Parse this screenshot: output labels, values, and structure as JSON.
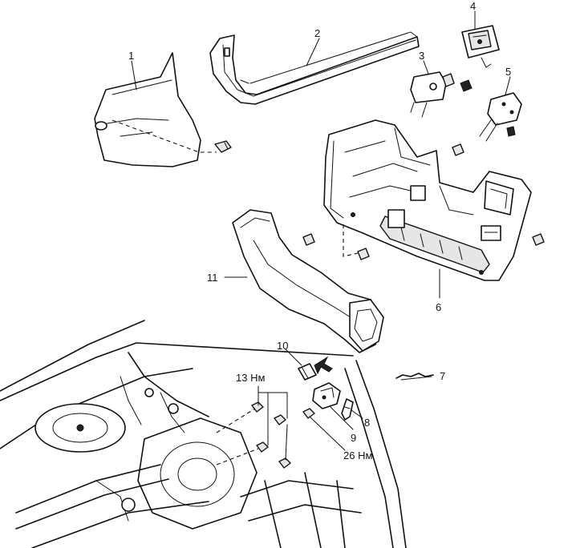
{
  "labels": {
    "p1": "1",
    "p2": "2",
    "p3": "3",
    "p4": "4",
    "p5": "5",
    "p6": "6",
    "p7": "7",
    "p8": "8",
    "p9": "9",
    "p10": "10",
    "p11": "11",
    "torque_13": "13 Нм",
    "torque_26": "26 Нм"
  },
  "colors": {
    "ink": "#111111",
    "paper": "#ffffff"
  }
}
